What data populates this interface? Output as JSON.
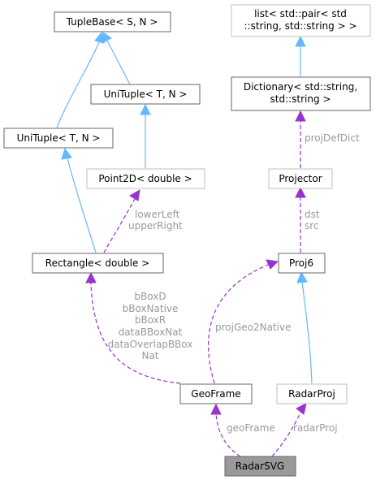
{
  "nodes": {
    "tuplebase": {
      "label": "TupleBase< S, N >"
    },
    "list_pair": {
      "line1": "list< std::pair< std",
      "line2": "::string, std::string > >"
    },
    "dictionary": {
      "line1": "Dictionary< std::string,",
      "line2": "std::string >"
    },
    "unituple_a": {
      "label": "UniTuple< T, N >"
    },
    "unituple_b": {
      "label": "UniTuple< T, N >"
    },
    "point2d": {
      "label": "Point2D< double >"
    },
    "projector": {
      "label": "Projector"
    },
    "rectangle": {
      "label": "Rectangle< double >"
    },
    "proj6": {
      "label": "Proj6"
    },
    "geoframe": {
      "label": "GeoFrame"
    },
    "radarproj": {
      "label": "RadarProj"
    },
    "radarsvg": {
      "label": "RadarSVG"
    }
  },
  "edge_labels": {
    "projdefdict": "projDefDict",
    "dst_src": [
      "dst",
      "src"
    ],
    "lowerleft_upperright": [
      "lowerLeft",
      "upperRight"
    ],
    "projgeo2native": "projGeo2Native",
    "bbox_members": [
      "bBoxD",
      "bBoxNative",
      "bBoxR",
      "dataBBoxNat",
      "dataOverlapBBox",
      "Nat"
    ],
    "geoframe": "geoFrame",
    "radarproj": "radarProj"
  },
  "colors": {
    "inheritance_edge": "#63b8ff",
    "usage_edge": "#9a32cd",
    "focus_node_fill": "#999999",
    "edge_label_text": "#9a9a9a"
  }
}
